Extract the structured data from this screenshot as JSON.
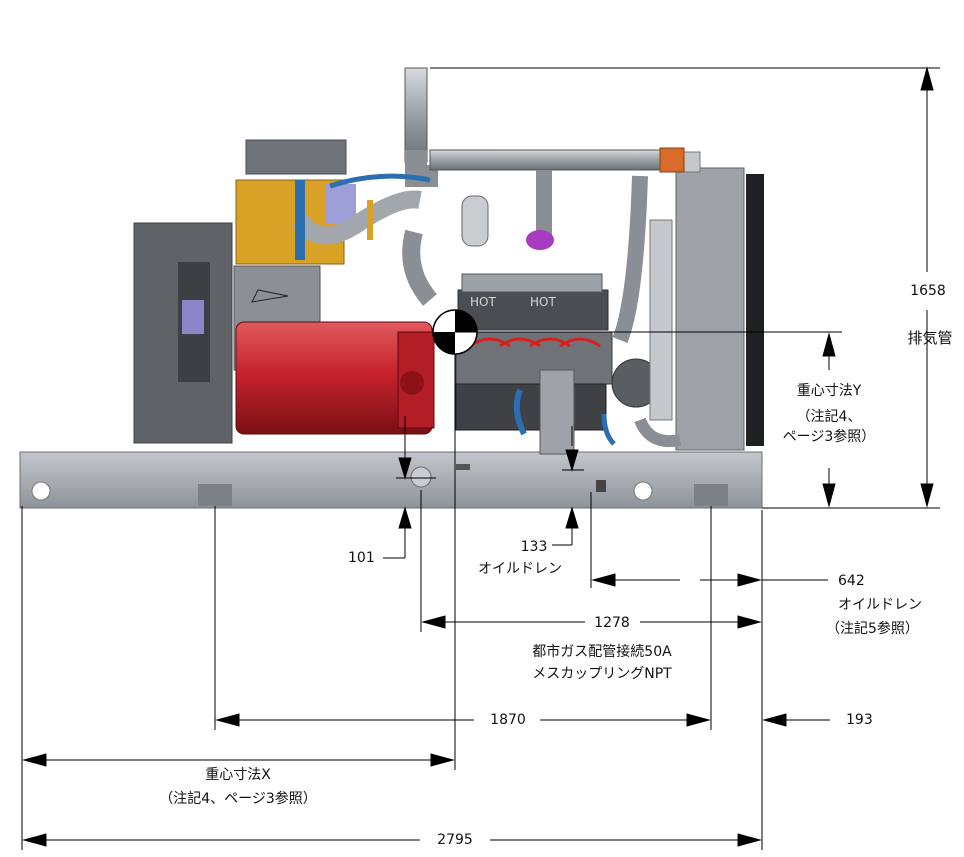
{
  "dimensions": {
    "height_total": "1658",
    "exhaust": "排気管",
    "cg_y_title": "重心寸法Y",
    "cg_y_note1": "（注記4、",
    "cg_y_note2": "ページ3参照）",
    "dim_101": "101",
    "dim_133": "133",
    "oil_drain_a": "オイルドレン",
    "dim_642": "642",
    "oil_drain_b": "オイルドレン",
    "oil_drain_note": "（注記5参照）",
    "dim_1278": "1278",
    "gas_line1": "都市ガス配管接続50A",
    "gas_line2": "メスカップリングNPT",
    "dim_1870": "1870",
    "dim_193": "193",
    "cg_x_title": "重心寸法X",
    "cg_x_note": "（注記4、ページ3参照）",
    "dim_2795": "2795",
    "hot_label": "HOT"
  },
  "colors": {
    "frame": "#a9adb4",
    "alternator_red": "#c8232c",
    "engine_orange": "#d9a227",
    "control_panel": "#5f6266",
    "radiator": "#9ea3a9",
    "hose_blue": "#2c6fb0",
    "line": "#000000"
  }
}
